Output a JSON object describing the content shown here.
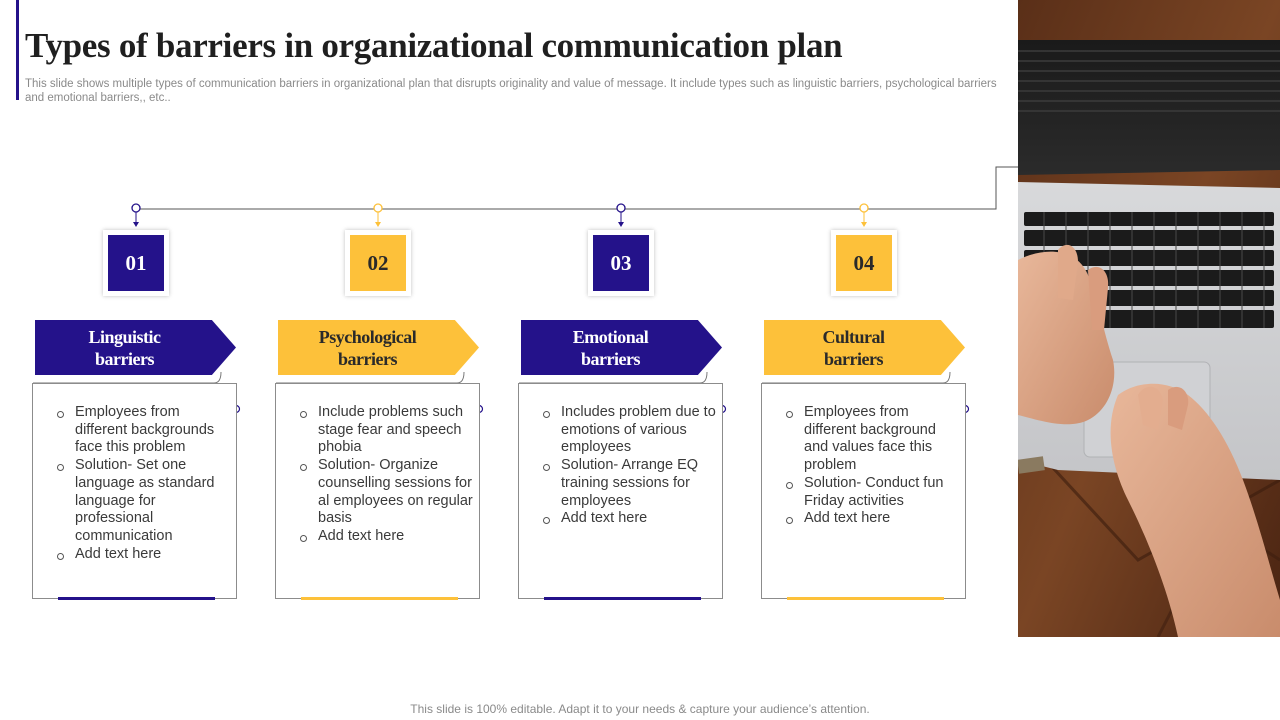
{
  "slide": {
    "title": "Types of barriers in organizational communication plan",
    "subtitle": "This slide shows multiple types of communication barriers in organizational plan that disrupts originality and value of message. It include types such as linguistic barriers, psychological barriers and emotional barriers,, etc..",
    "footer": "This slide is 100% editable. Adapt it to your needs & capture your audience’s attention."
  },
  "colors": {
    "navy": "#24128a",
    "gold": "#fdc13a"
  },
  "photo": {
    "icon": "laptop-typing-photo"
  },
  "barriers": [
    {
      "number": "01",
      "title_line1": "Linguistic",
      "title_line2": "barriers",
      "color": "navy",
      "points": [
        "Employees from different backgrounds face this problem",
        "Solution- Set one language as standard language for professional communication",
        "Add text here"
      ]
    },
    {
      "number": "02",
      "title_line1": "Psychological",
      "title_line2": "barriers",
      "color": "gold",
      "points": [
        "Include problems such stage fear and speech phobia",
        "Solution- Organize counselling sessions for al employees on regular basis",
        "Add text here"
      ]
    },
    {
      "number": "03",
      "title_line1": "Emotional",
      "title_line2": "barriers",
      "color": "navy",
      "points": [
        "Includes problem due to emotions of various employees",
        "Solution- Arrange EQ training sessions for employees",
        "Add text here"
      ]
    },
    {
      "number": "04",
      "title_line1": "Cultural",
      "title_line2": "barriers",
      "color": "gold",
      "points": [
        "Employees from different background and values face this problem",
        "Solution- Conduct fun Friday activities",
        "Add text here"
      ]
    }
  ]
}
